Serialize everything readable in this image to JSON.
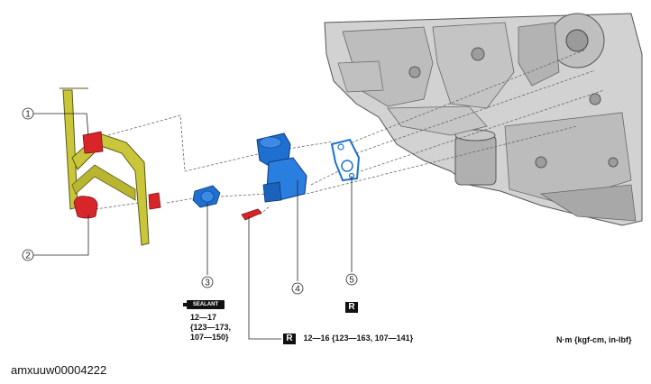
{
  "callouts": {
    "c1": "1",
    "c2": "2",
    "c3": "3",
    "c4": "4",
    "c5": "5"
  },
  "sealant_label": "SEALANT",
  "part3_torque": {
    "line1": "12—17",
    "line2": "{123—173,",
    "line3": "107—150}"
  },
  "replace_badge": "R",
  "part_bolt_torque": "12—16 {123—163, 107—141}",
  "units_note": "N·m {kgf-cm, in-lbf}",
  "reference_code": "amxuuw00004222",
  "colors": {
    "bracket": "#c9c63a",
    "rubber": "#d8252a",
    "sensor": "#1f6fd1",
    "engine": "#cfcfcf"
  }
}
